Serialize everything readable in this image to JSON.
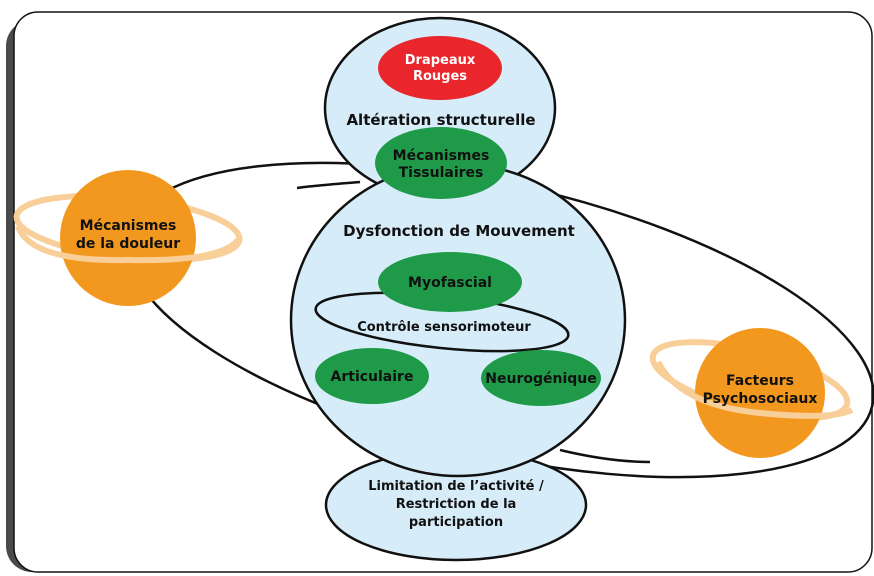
{
  "colors": {
    "frame_fill": "#ffffff",
    "frame_border": "#111111",
    "shadow": "#4a4a4a",
    "bubble_fill": "#d6ecf8",
    "bubble_stroke": "#111111",
    "green": "#1f9a48",
    "red": "#e8262b",
    "planet": "#f3981f",
    "ring": "#f8cf98",
    "orbit": "#111111"
  },
  "nodes": {
    "red_flags": {
      "line1": "Drapeaux",
      "line2": "Rouges"
    },
    "structural_alteration": {
      "label": "Altération structurelle"
    },
    "tissue_mechanisms": {
      "line1": "Mécanismes",
      "line2": "Tissulaires"
    },
    "movement_dysfunction": {
      "label": "Dysfonction de Mouvement"
    },
    "myofascial": {
      "label": "Myofascial"
    },
    "sensorimotor_control": {
      "label": "Contrôle sensorimoteur"
    },
    "articular": {
      "label": "Articulaire"
    },
    "neurogenic": {
      "label": "Neurogénique"
    },
    "activity_limitation": {
      "line1": "Limitation de l’activité /",
      "line2": "Restriction de la",
      "line3": "participation"
    },
    "pain_mechanisms": {
      "line1": "Mécanismes",
      "line2": "de la douleur"
    },
    "psychosocial_factors": {
      "line1": "Facteurs",
      "line2": "Psychosociaux"
    }
  }
}
